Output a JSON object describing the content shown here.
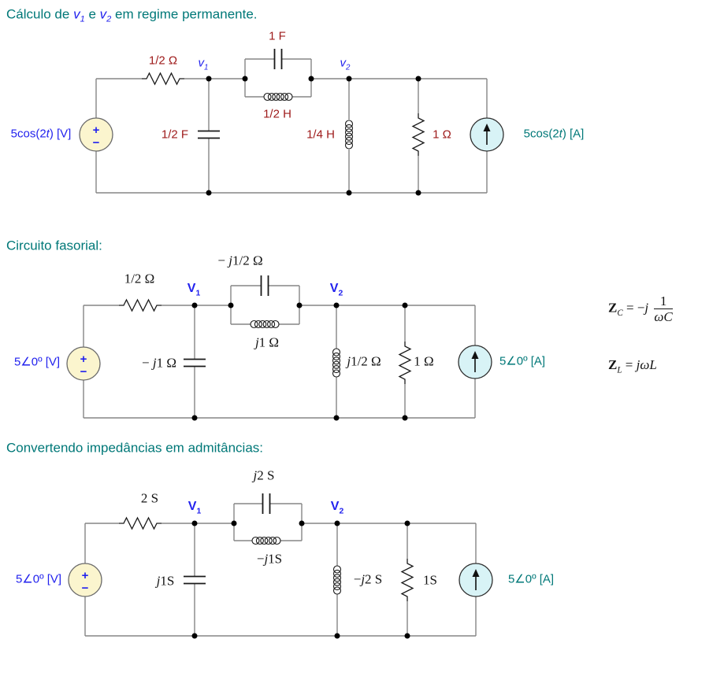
{
  "titles": {
    "c1_prefix": "Cálculo de",
    "c1_v1": "v",
    "c1_sub1": "1",
    "c1_conj": "e",
    "c1_v2": "v",
    "c1_sub2": "2",
    "c1_suffix": "em regime permanente.",
    "c2": "Circuito fasorial:",
    "c3": "Convertendo impedâncias em admitâncias:"
  },
  "symbols": {
    "plus": "+",
    "minus": "−"
  },
  "c1": {
    "series_resistor": "1/2 Ω",
    "box_capacitor": "1 F",
    "box_inductor": "1/2 H",
    "node1": "v",
    "node1_sub": "1",
    "node2": "v",
    "node2_sub": "2",
    "shunt_capacitor": "1/2 F",
    "shunt_inductor": "1/4 H",
    "shunt_resistor": "1 Ω",
    "vsrc_pre": "5cos(2",
    "vsrc_var": "t",
    "vsrc_post": ")  [V]",
    "isrc_pre": "5cos(2",
    "isrc_var": "t",
    "isrc_post": ")  [A]"
  },
  "c2": {
    "series_resistor": "1/2 Ω",
    "box_cap_pre": "− ",
    "box_cap_j": "j",
    "box_cap_val": "1/2 Ω",
    "box_ind_j": "j",
    "box_ind_val": "1 Ω",
    "node1": "V",
    "node1_sub": "1",
    "node2": "V",
    "node2_sub": "2",
    "shunt_cap_pre": "− ",
    "shunt_cap_j": "j",
    "shunt_cap_val": "1 Ω",
    "shunt_ind_j": "j",
    "shunt_ind_val": "1/2 Ω",
    "shunt_resistor": "1 Ω",
    "vsrc": "5∠0º  [V]",
    "isrc": "5∠0º  [A]"
  },
  "c3": {
    "series_resistor": "2 S",
    "box_cap_j": "j",
    "box_cap_val": "2 S",
    "box_ind_pre": "−",
    "box_ind_j": "j",
    "box_ind_val": "1S",
    "node1": "V",
    "node1_sub": "1",
    "node2": "V",
    "node2_sub": "2",
    "shunt_cap_j": "j",
    "shunt_cap_val": "1S",
    "shunt_ind_pre": "−",
    "shunt_ind_j": "j",
    "shunt_ind_val": "2 S",
    "shunt_resistor": "1S",
    "vsrc": "5∠0º  [V]",
    "isrc": "5∠0º  [A]"
  },
  "formulas": {
    "zc_sym": "Z",
    "zc_sub": "C",
    "zc_eq": "= −",
    "zc_j": "j",
    "zc_num": "1",
    "zc_den": "ωC",
    "zl_sym": "Z",
    "zl_sub": "L",
    "zl_eq": "=",
    "zl_rhs": "jωL"
  },
  "colors": {
    "teal": "#007878",
    "blue": "#2222EE",
    "dark_red": "#9E1A1A",
    "wire_gray": "#858585",
    "component": "#1A1A1A",
    "vsource_fill": "#FBF5CE",
    "isource_fill": "#D8F3F6"
  }
}
